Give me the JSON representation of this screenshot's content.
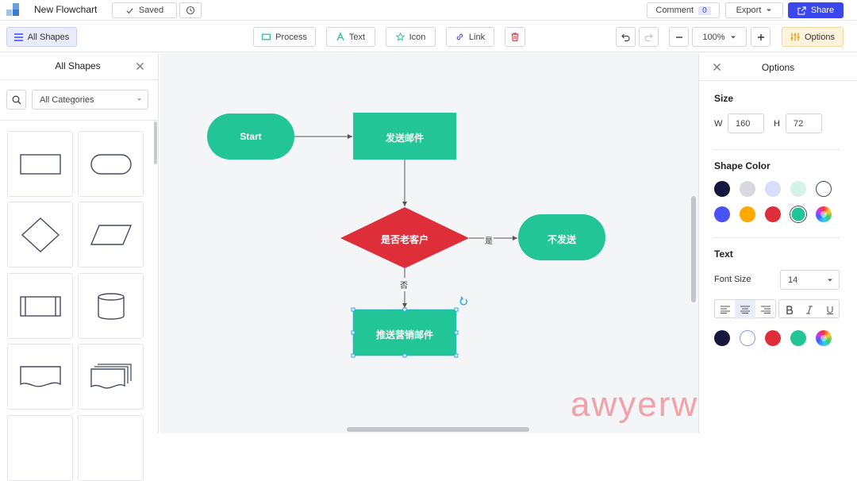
{
  "header": {
    "doc_title": "New Flowchart",
    "saved_label": "Saved",
    "comment_label": "Comment",
    "comment_count": "0",
    "export_label": "Export",
    "share_label": "Share"
  },
  "toolbar": {
    "all_shapes_label": "All Shapes",
    "process_label": "Process",
    "text_label": "Text",
    "icon_label": "Icon",
    "link_label": "Link",
    "zoom_value": "100%",
    "options_label": "Options"
  },
  "left_panel": {
    "title": "All Shapes",
    "category_value": "All Categories",
    "shapes": [
      "rectangle",
      "rounded-rectangle",
      "diamond",
      "parallelogram",
      "subroutine",
      "cylinder",
      "document",
      "multi-document"
    ]
  },
  "diagram": {
    "nodes": {
      "start": "Start",
      "send_mail": "发送邮件",
      "decision": "是否老客户",
      "no_send": "不发送",
      "marketing_mail": "推送营销邮件"
    },
    "edges": {
      "yes": "是",
      "no": "否"
    }
  },
  "right_panel": {
    "title": "Options",
    "size_title": "Size",
    "w_label": "W",
    "w_value": "160",
    "h_label": "H",
    "h_value": "72",
    "shape_color_title": "Shape Color",
    "shape_colors": [
      "#16163f",
      "#d8d8e2",
      "#d5defc",
      "#d3f3ea",
      "#ffffff",
      "#4a52f5",
      "#ffa800",
      "#de2e3a",
      "#22c595",
      "rainbow"
    ],
    "text_title": "Text",
    "font_size_label": "Font Size",
    "font_size_value": "14",
    "text_colors": [
      "#16163f",
      "#ffffff",
      "#de2e3a",
      "#22c595",
      "rainbow"
    ]
  },
  "colors": {
    "accent": "#3a46f0",
    "flow_green": "#22c595",
    "flow_red": "#de2e3a",
    "options_bg": "#fff3dc"
  },
  "watermark": "awyerwu.com"
}
